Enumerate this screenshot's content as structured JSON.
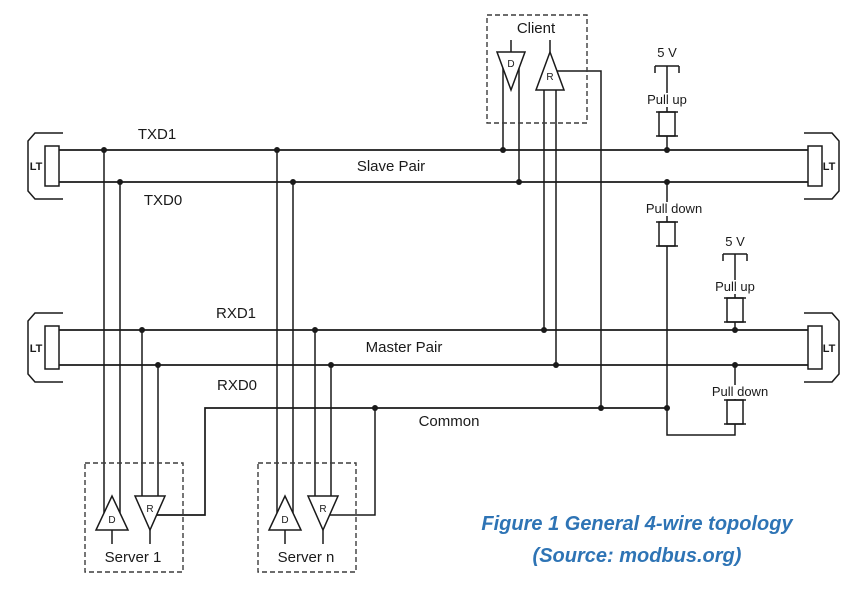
{
  "client": {
    "label": "Client",
    "driver_label": "D",
    "receiver_label": "R"
  },
  "servers": [
    {
      "label": "Server 1",
      "driver_label": "D",
      "receiver_label": "R"
    },
    {
      "label": "Server n",
      "driver_label": "D",
      "receiver_label": "R"
    }
  ],
  "bus_labels": {
    "txd1": "TXD1",
    "txd0": "TXD0",
    "slave_pair": "Slave Pair",
    "rxd1": "RXD1",
    "rxd0": "RXD0",
    "master_pair": "Master Pair",
    "common": "Common"
  },
  "bias_network_1": {
    "supply": "5 V",
    "pull_up": "Pull up",
    "pull_down": "Pull down"
  },
  "bias_network_2": {
    "supply": "5 V",
    "pull_up": "Pull up",
    "pull_down": "Pull down"
  },
  "line_terminator_label": "LT",
  "caption": {
    "line1": "Figure 1 General 4-wire topology",
    "line2": "(Source: modbus.org)",
    "color": "#2e74b5"
  },
  "colors": {
    "wire": "#1a1a1a",
    "background": "#ffffff"
  }
}
